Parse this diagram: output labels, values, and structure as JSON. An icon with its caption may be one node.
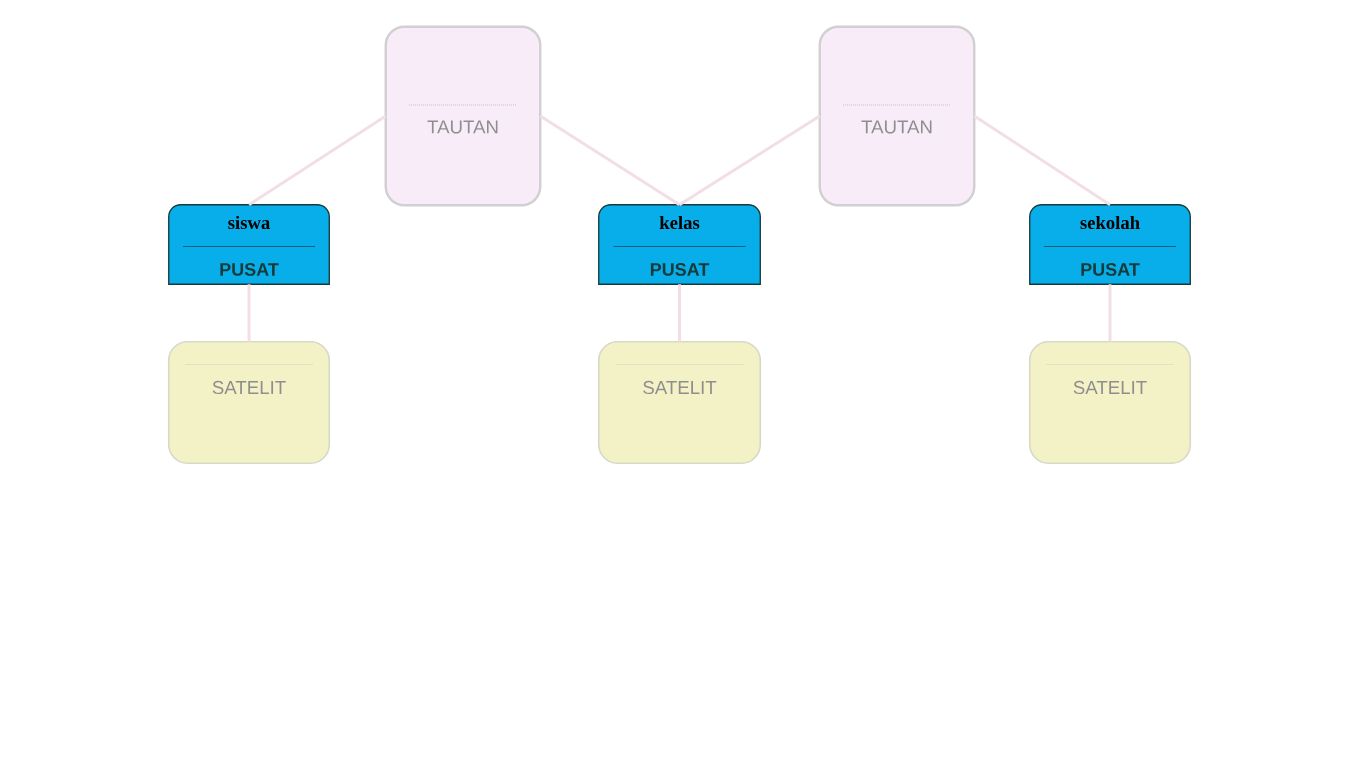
{
  "diagram": {
    "nodes": [
      {
        "text": [
          "TAUTAN"
        ]
      },
      {
        "text": [
          "TAUTAN"
        ]
      },
      {
        "text": [
          "siswa",
          "PUSAT"
        ]
      },
      {
        "text": [
          "kelas",
          "PUSAT"
        ]
      },
      {
        "text": [
          "sekolah",
          "PUSAT"
        ]
      },
      {
        "text": [
          "SATELIT"
        ]
      },
      {
        "text": [
          "SATELIT"
        ]
      },
      {
        "text": [
          "SATELIT"
        ]
      }
    ],
    "edges": [
      {
        "from": 0,
        "to": 2,
        "arrow": "none"
      },
      {
        "from": 0,
        "to": 3,
        "arrow": "none"
      },
      {
        "from": 1,
        "to": 3,
        "arrow": "none"
      },
      {
        "from": 1,
        "to": 4,
        "arrow": "none"
      },
      {
        "from": 2,
        "to": 5,
        "arrow": "none"
      },
      {
        "from": 3,
        "to": 6,
        "arrow": "none"
      },
      {
        "from": 4,
        "to": 7,
        "arrow": "none"
      }
    ]
  }
}
